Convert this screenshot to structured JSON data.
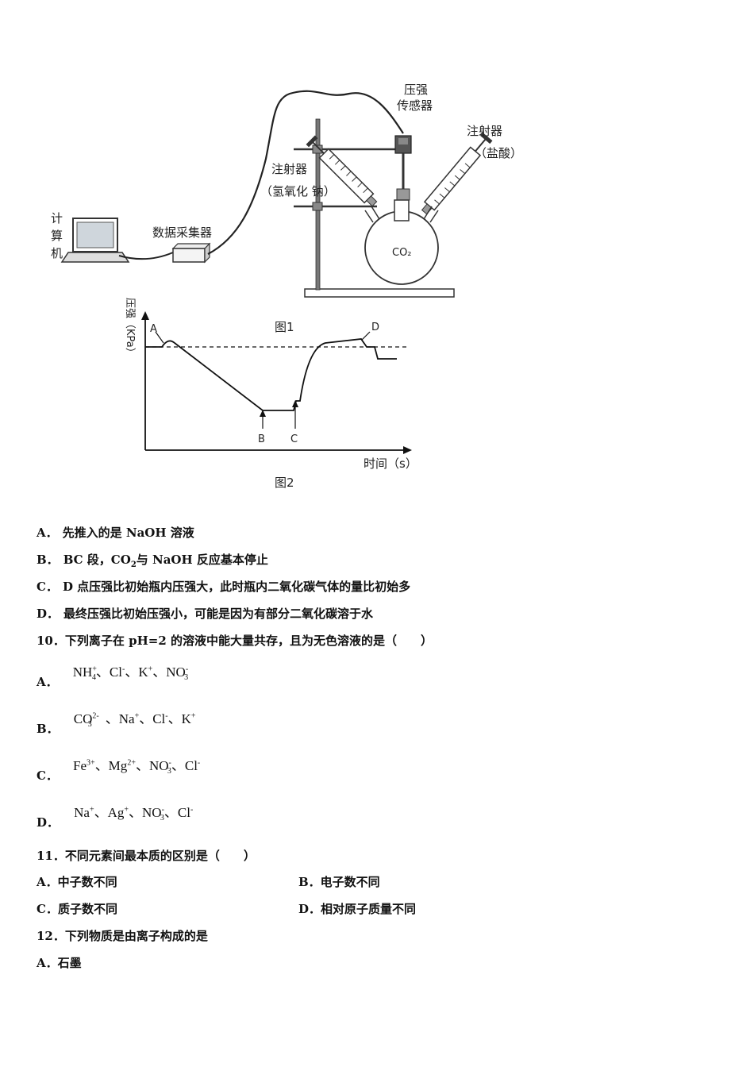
{
  "figure1": {
    "caption": "图1",
    "computer_label": [
      "计",
      "算",
      "机"
    ],
    "collector_label": "数据采集器",
    "sensor_label_line1": "压强",
    "sensor_label_line2": "传感器",
    "syringe_left_line1": "注射器",
    "syringe_left_line2": "（氢氧化  钠）",
    "syringe_right_line1": "注射器",
    "syringe_right_line2": "（盐酸）",
    "flask_label": "CO₂"
  },
  "figure2": {
    "caption": "图2",
    "ylabel": "压强（KPa）",
    "xlabel": "时间（s）",
    "points": {
      "A": "A",
      "B": "B",
      "C": "C",
      "D": "D"
    }
  },
  "chart_data": {
    "type": "line",
    "xlabel": "时间（s）",
    "ylabel": "压强（KPa）",
    "annotations": [
      "A",
      "B",
      "C",
      "D"
    ]
  },
  "q9_options": {
    "A": {
      "tag": "A．",
      "text": "先推入的是 NaOH 溶液"
    },
    "B": {
      "tag": "B．",
      "text_pre": "BC 段，CO",
      "sub": "2",
      "text_post": "与 NaOH 反应基本停止"
    },
    "C": {
      "tag": "C．",
      "text": "D 点压强比初始瓶内压强大，此时瓶内二氧化碳气体的量比初始多"
    },
    "D": {
      "tag": "D．",
      "text": "最终压强比初始压强小，可能是因为有部分二氧化碳溶于水"
    }
  },
  "q10": {
    "stem": "10．下列离子在 pH=2 的溶液中能大量共存，且为无色溶液的是（　　）",
    "A": {
      "tag": "A．"
    },
    "B": {
      "tag": "B．"
    },
    "C": {
      "tag": "C．"
    },
    "D": {
      "tag": "D．"
    }
  },
  "q11": {
    "stem": "11．不同元素间最本质的区别是（　　）",
    "A": "A．中子数不同",
    "B": "B．电子数不同",
    "C": "C．质子数不同",
    "D": "D．相对原子质量不同"
  },
  "q12": {
    "stem": "12．下列物质是由离子构成的是",
    "A": "A．石墨"
  }
}
